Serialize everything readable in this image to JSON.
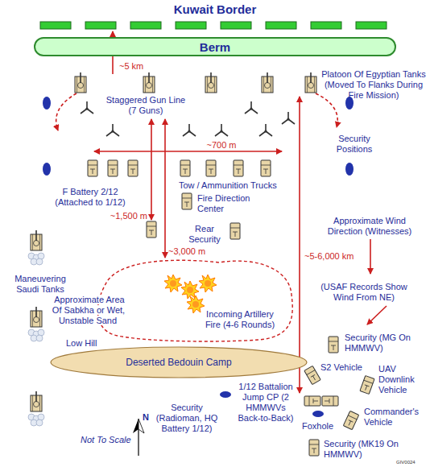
{
  "diagram": {
    "title": "Kuwait Border",
    "nodes": [
      {
        "text": [
          "Berm"
        ]
      },
      {
        "text": [
          "Incoming Artillery Fire (4-6 Rounds)"
        ]
      },
      {
        "text": [
          "Deserted Bedouin Camp"
        ]
      }
    ],
    "labels": [
      "~5 km",
      "Staggered Gun Line (7 Guns)",
      "Platoon Of Egyptian Tanks (Moved To Flanks During Fire Mission)",
      "~700 m",
      "Security Positions",
      "Tow / Ammunition Trucks",
      "F Battery 2/12 (Attached to 1/12)",
      "~1,500 m",
      "Fire Direction Center",
      "Rear Security",
      "~3,000 m",
      "~5-6,000 km",
      "Approximate Wind Direction (Witnesses)",
      "Maneuvering Saudi Tanks",
      "Approximate Area Of Sabkha or Wet, Unstable Sand",
      "(USAF Records Show Wind From NE)",
      "Low Hill",
      "Security (MG On HMMWV)",
      "S2 Vehicle",
      "UAV Downlink Vehicle",
      "1/12 Battalion Jump CP (2 HMMWVs Back-to-Back)",
      "Security (Radioman, HQ Battery 1/12)",
      "Foxhole",
      "Commander's Vehicle",
      "Security (MK19 On HMMWV)",
      "Not To Scale",
      "N",
      "GIV0024"
    ]
  }
}
